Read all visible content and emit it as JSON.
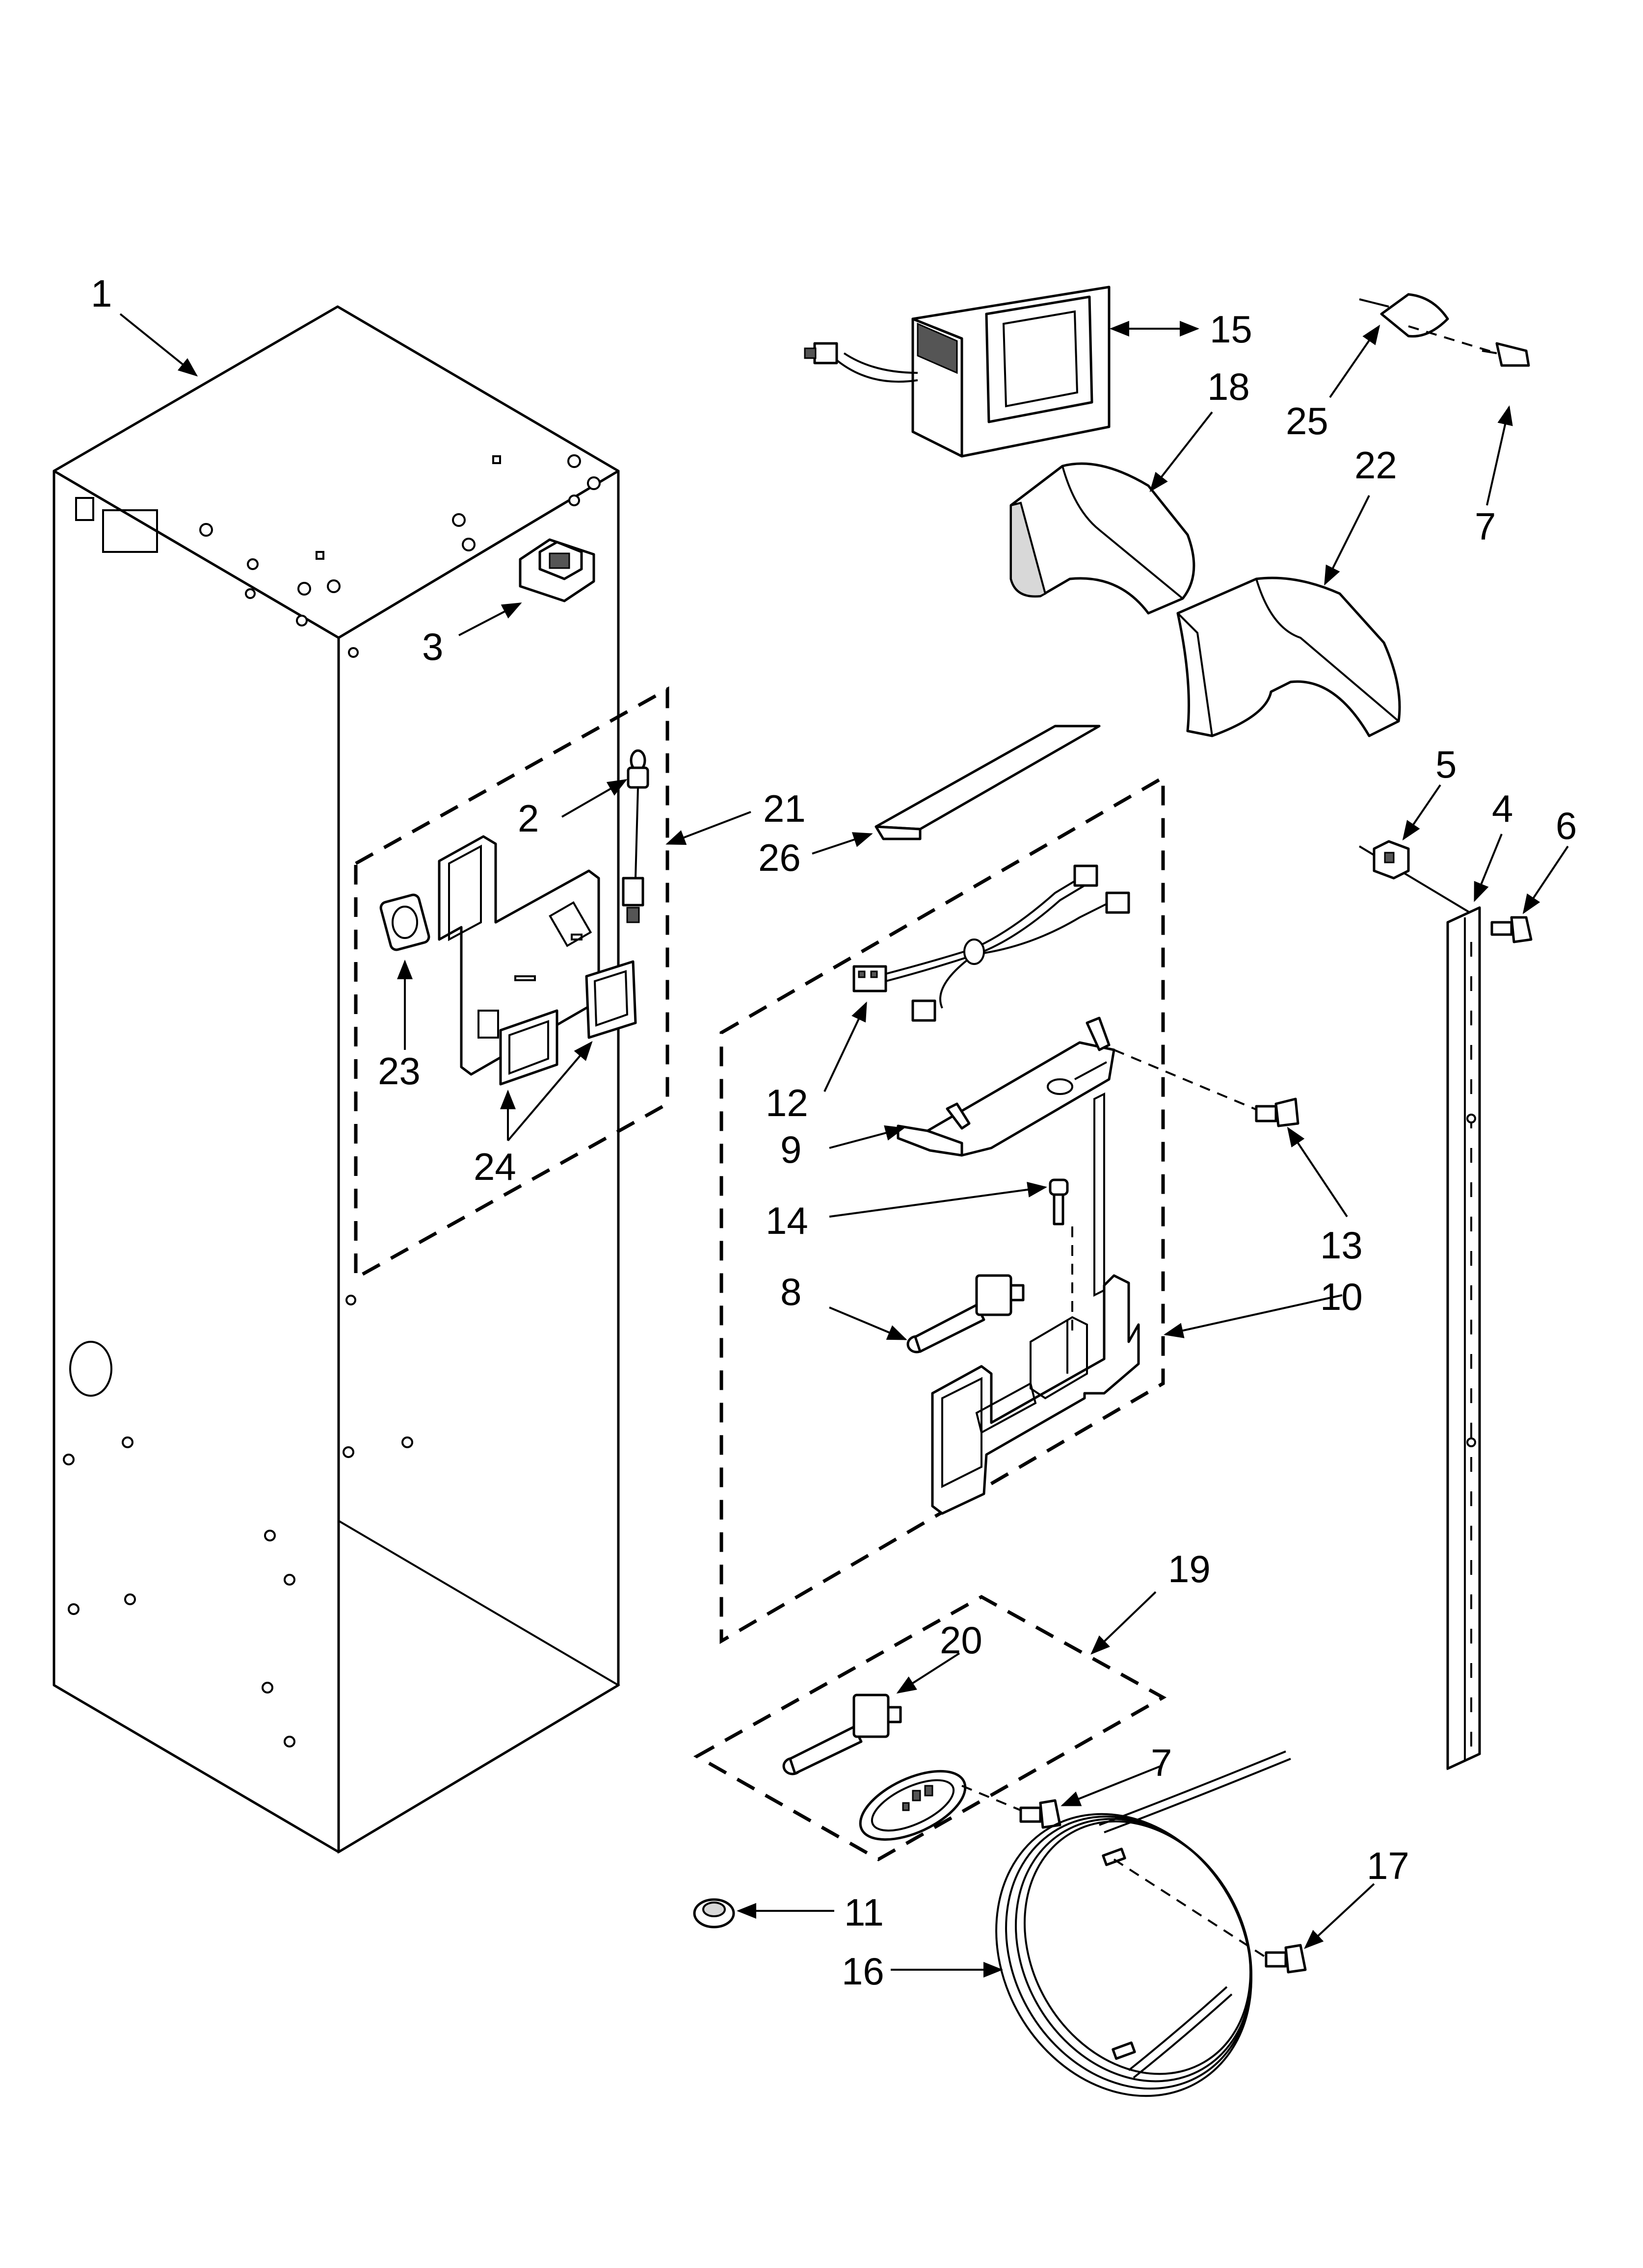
{
  "callouts": {
    "c1": "1",
    "c2": "2",
    "c3": "3",
    "c4": "4",
    "c5": "5",
    "c6": "6",
    "c7a": "7",
    "c7b": "7",
    "c8": "8",
    "c9": "9",
    "c10": "10",
    "c11": "11",
    "c12": "12",
    "c13": "13",
    "c14": "14",
    "c15": "15",
    "c16": "16",
    "c17": "17",
    "c18": "18",
    "c19": "19",
    "c20": "20",
    "c21": "21",
    "c22": "22",
    "c23": "23",
    "c24": "24",
    "c25": "25",
    "c26": "26"
  }
}
